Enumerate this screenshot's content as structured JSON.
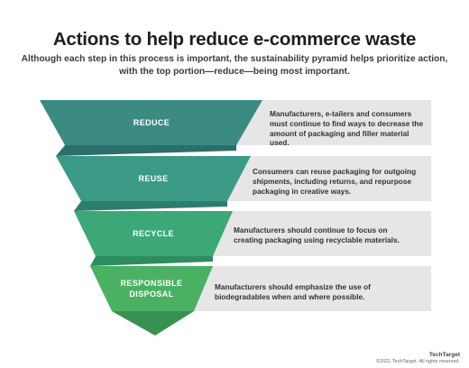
{
  "title": "Actions to help reduce e-commerce waste",
  "subtitle": "Although each step in this process is important, the sustainability pyramid helps prioritize action, with the top portion—reduce—being most important.",
  "colors": {
    "reduce": "#3b8b84",
    "reduce_fold": "#2b6e6a",
    "reuse": "#3b9a86",
    "reuse_fold": "#2c7d6c",
    "recycle": "#3ca877",
    "recycle_fold": "#2e8c61",
    "disposal": "#4ab163",
    "disposal_fold": "#389150",
    "desc_box": "#e6e6e6"
  },
  "stages": [
    {
      "label": "REDUCE",
      "description": "Manufacturers, e-tailers and consumers must continue to find ways to decrease the amount of packaging and filler material used."
    },
    {
      "label": "REUSE",
      "description": "Consumers can reuse packaging for outgoing shipments, including returns, and repurpose packaging in creative ways."
    },
    {
      "label": "RECYCLE",
      "description": "Manufacturers should continue to focus on creating packaging using recyclable materials."
    },
    {
      "label": "RESPONSIBLE",
      "label2": "DISPOSAL",
      "description": "Manufacturers should emphasize the use of biodegradables when and where possible."
    }
  ],
  "brand": {
    "logo": "TechTarget",
    "copyright": "©2021 TechTarget. All rights reserved."
  }
}
